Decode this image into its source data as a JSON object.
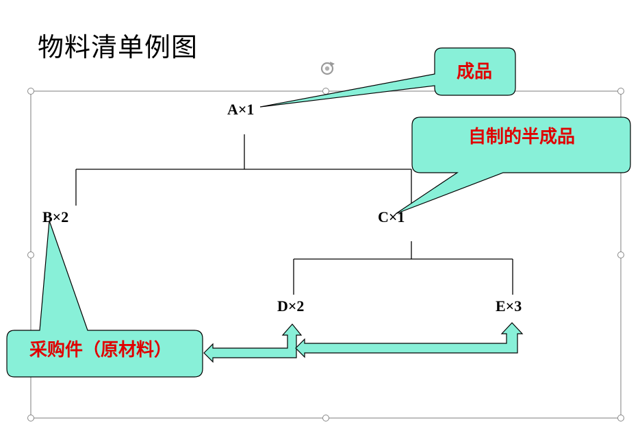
{
  "title": "物料清单例图",
  "nodes": {
    "a": "A×1",
    "b": "B×2",
    "c": "C×1",
    "d": "D×2",
    "e": "E×3"
  },
  "callouts": {
    "finished": "成品",
    "semi": "自制的半成品",
    "purchased": "采购件（原材料）"
  },
  "colors": {
    "callout_fill": "#88f0d8",
    "callout_text": "#e00000",
    "selection_frame": "#9a9a9a"
  },
  "icons": {
    "rotate": "rotate-handle-icon"
  }
}
